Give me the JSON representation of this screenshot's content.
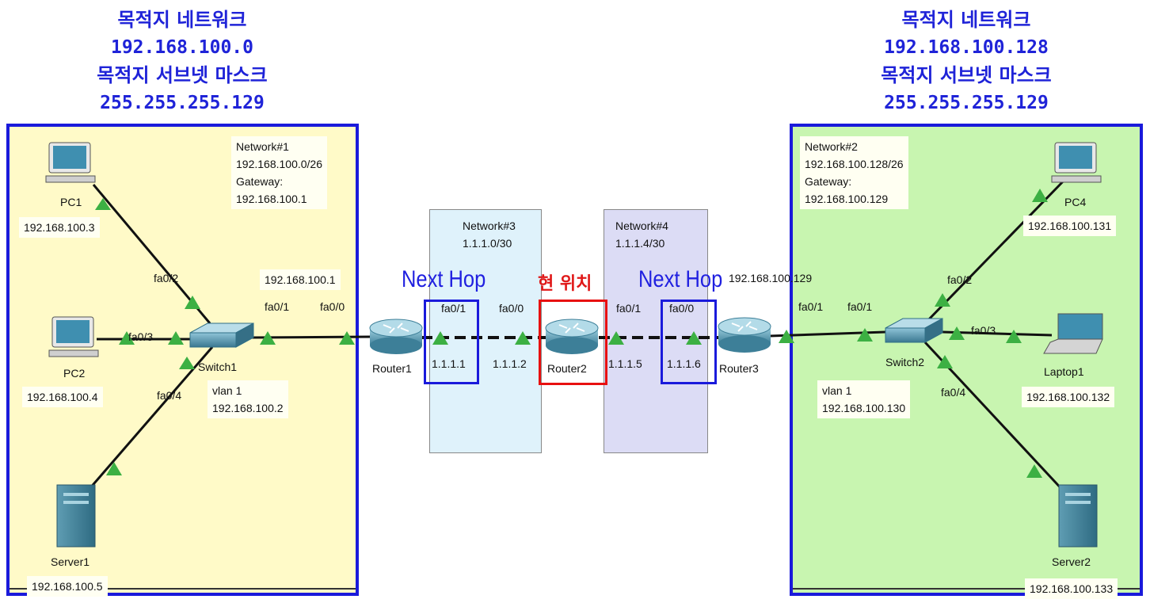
{
  "titles": {
    "left": {
      "heading1": "목적지 네트워크",
      "network": "192.168.100.0",
      "heading2": "목적지 서브넷 마스크",
      "mask": "255.255.255.129"
    },
    "right": {
      "heading1": "목적지 네트워크",
      "network": "192.168.100.128",
      "heading2": "목적지 서브넷 마스크",
      "mask": "255.255.255.129"
    }
  },
  "networks": {
    "net1": {
      "name": "Network#1",
      "subnet": "192.168.100.0/26",
      "gw_label": "Gateway:",
      "gateway": "192.168.100.1"
    },
    "net2": {
      "name": "Network#2",
      "subnet": "192.168.100.128/26",
      "gw_label": "Gateway:",
      "gateway": "192.168.100.129"
    },
    "net3": {
      "name": "Network#3",
      "subnet": "1.1.1.0/30"
    },
    "net4": {
      "name": "Network#4",
      "subnet": "1.1.1.4/30"
    }
  },
  "devices": {
    "pc1": {
      "name": "PC1",
      "ip": "192.168.100.3"
    },
    "pc2": {
      "name": "PC2",
      "ip": "192.168.100.4"
    },
    "server1": {
      "name": "Server1",
      "ip": "192.168.100.5"
    },
    "switch1": {
      "name": "Switch1",
      "vlan": "vlan 1",
      "ip": "192.168.100.2"
    },
    "router1": {
      "name": "Router1",
      "lan_ip": "192.168.100.1",
      "wan_ip": "1.1.1.1"
    },
    "router2": {
      "name": "Router2",
      "ip_left": "1.1.1.2",
      "ip_right": "1.1.1.5"
    },
    "router3": {
      "name": "Router3",
      "wan_ip": "1.1.1.6",
      "lan_ip": "192.168.100.129"
    },
    "switch2": {
      "name": "Switch2",
      "vlan": "vlan 1",
      "ip": "192.168.100.130"
    },
    "pc4": {
      "name": "PC4",
      "ip": "192.168.100.131"
    },
    "laptop1": {
      "name": "Laptop1",
      "ip": "192.168.100.132"
    },
    "server2": {
      "name": "Server2",
      "ip": "192.168.100.133"
    }
  },
  "ports": {
    "sw1_pc1": "fa0/2",
    "sw1_pc2": "fa0/3",
    "sw1_server1": "fa0/4",
    "sw1_uplink": "fa0/1",
    "r1_lan": "fa0/0",
    "r1_wan": "fa0/1",
    "r2_left": "fa0/0",
    "r2_right": "fa0/1",
    "r3_wan": "fa0/0",
    "r3_lan": "fa0/1",
    "sw2_uplink": "fa0/1",
    "sw2_pc4": "fa0/2",
    "sw2_laptop": "fa0/3",
    "sw2_server2": "fa0/4"
  },
  "annotations": {
    "next_hop_left": "Next Hop",
    "next_hop_right": "Next Hop",
    "current": "현 위치"
  },
  "colors": {
    "accent_blue": "#1a1adb",
    "current_red": "#e01818",
    "net1_bg": "#fffac8",
    "net2_bg": "#c8f5b0",
    "link_up": "#3cb043"
  }
}
